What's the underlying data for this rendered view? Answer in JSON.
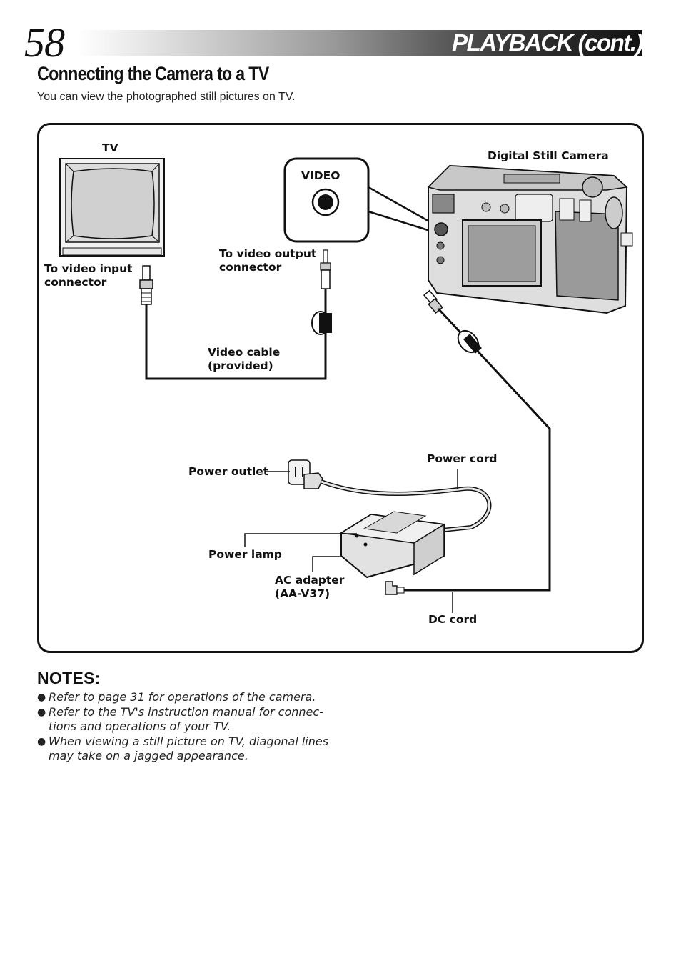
{
  "header": {
    "page_number": "58",
    "title": "PLAYBACK (cont.)"
  },
  "section": {
    "title": "Connecting the Camera to a TV",
    "intro": "You can view the photographed still pictures on TV."
  },
  "diagram": {
    "labels": {
      "tv": "TV",
      "digital_still_camera": "Digital Still Camera",
      "video_jack": "VIDEO",
      "to_video_input": "To video input\nconnector",
      "to_video_output": "To video output\nconnector",
      "video_cable": "Video cable\n(provided)",
      "power_outlet": "Power outlet",
      "power_cord": "Power cord",
      "power_lamp": "Power lamp",
      "ac_adapter": "AC adapter\n(AA-V37)",
      "dc_cord": "DC cord"
    }
  },
  "notes": {
    "heading": "NOTES:",
    "items": [
      "Refer to page 31 for operations of the camera.",
      "Refer to the TV's instruction manual for connec-\ntions and operations of your TV.",
      "When viewing a still picture on TV, diagonal lines\nmay take on a jagged appearance."
    ]
  }
}
